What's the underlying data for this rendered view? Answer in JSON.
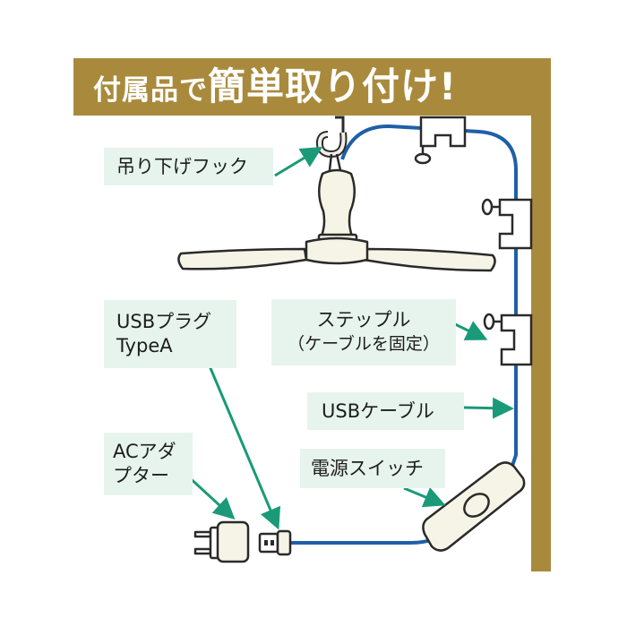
{
  "title": {
    "part1": "付属品で",
    "part2": "簡単取り付け!"
  },
  "labels": {
    "hook": "吊り下げフック",
    "usb_plug_line1": "USBプラグ",
    "usb_plug_line2": "TypeA",
    "staple_line1": "ステップル",
    "staple_line2": "（ケーブルを固定）",
    "usb_cable": "USBケーブル",
    "ac_adapter_line1": "ACアダ",
    "ac_adapter_line2": "プター",
    "power_switch": "電源スイッチ"
  },
  "colors": {
    "banner": "#a98a3c",
    "wall": "#a98a3c",
    "cable": "#1f5fa8",
    "arrow": "#1a9a78",
    "label_bg": "#e7f4ee",
    "device_fill": "#f6f4e6",
    "outline": "#2a2a2a"
  }
}
